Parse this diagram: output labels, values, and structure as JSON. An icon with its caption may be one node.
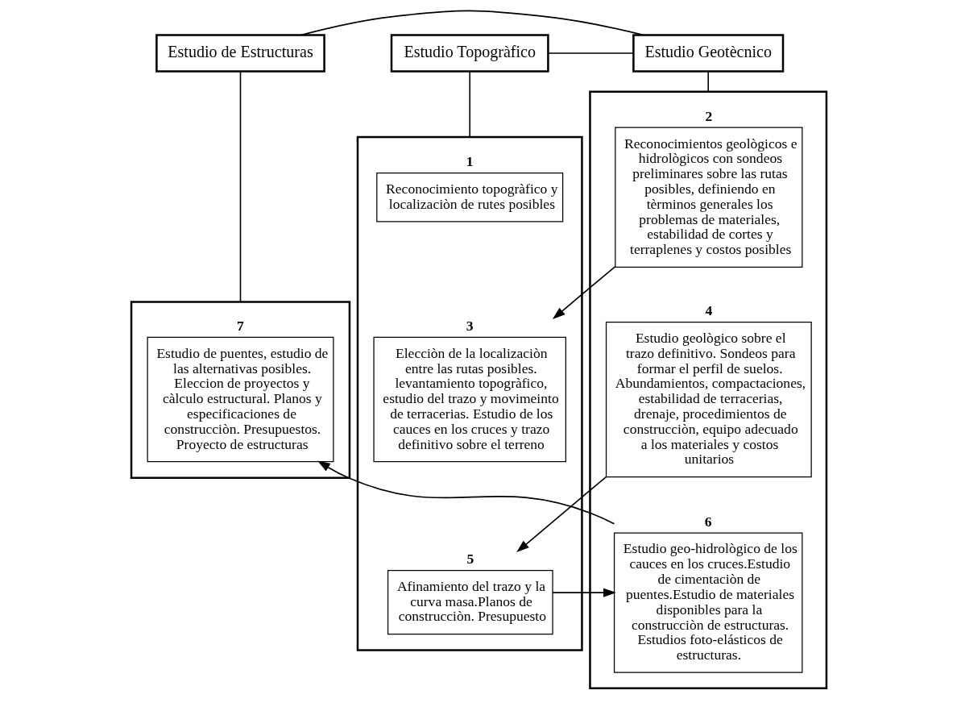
{
  "diagram": {
    "nodes": [
      {
        "text": [
          "Estudio Topogràfico"
        ]
      },
      {
        "text": [
          "Estudio Geotècnico"
        ]
      },
      {
        "text": [
          "Estudio de Estructuras"
        ]
      },
      {
        "text": [],
        "shape": "box"
      },
      {
        "text": [],
        "shape": "box"
      },
      {
        "text": [],
        "shape": "box"
      },
      {
        "text": [
          "Reconocimiento topogràfico y localizaciòn de rutes posibles"
        ],
        "in": 3,
        "beside": [
          "1"
        ]
      },
      {
        "text": [
          "Reconocimientos geològicos e hidrològicos con sondeos preliminares sobre las rutas posibles, definiendo en tèrminos generales los problemas de materiales, estabilidad de cortes y terraplenes y costos posibles"
        ],
        "in": 4,
        "beside": [
          "2"
        ]
      },
      {
        "text": [
          "Elecciòn de la localizaciòn entre las rutas posibles. levantamiento topogràfico, estudio del trazo y movimeinto de terracerias. Estudio de los cauces en los cruces y trazo definitivo sobre el terreno"
        ],
        "in": 3,
        "beside": [
          "3"
        ]
      },
      {
        "text": [
          "Estudio geològico sobre el trazo definitivo. Sondeos para formar el perfil de suelos. Abundamientos, compactaciones, estabilidad de terracerias, drenaje, procedimientos de construcciòn, equipo adecuado a los materiales y costos unitarios"
        ],
        "in": 4,
        "beside": [
          "4"
        ]
      },
      {
        "text": [
          "Afinamiento del trazo y la curva masa.Planos de construcciòn. Presupuesto"
        ],
        "in": 3,
        "beside": [
          "5"
        ]
      },
      {
        "text": [
          "Estudio geo-hidrològico de los cauces en los cruces.Estudio de cimentaciòn de puentes.Estudio de materiales disponibles para la construcciòn de estructuras. Estudios foto-elásticos de estructuras."
        ],
        "in": 4,
        "beside": [
          "6"
        ]
      },
      {
        "text": [
          "Estudio de puentes, estudio de las alternativas posibles. Eleccion de proyectos y càlculo estructural. Planos y especificaciones de construcciòn. Presupuestos. Proyecto de estructuras"
        ],
        "in": 5,
        "beside": [
          "7"
        ]
      }
    ],
    "edges": [
      {
        "from": 0,
        "to": 1,
        "arrow": "none"
      },
      {
        "from": 1,
        "to": 2,
        "arrow": "none"
      },
      {
        "from": 0,
        "to": 3,
        "arrow": "none"
      },
      {
        "from": 1,
        "to": 4,
        "arrow": "none"
      },
      {
        "from": 2,
        "to": 5,
        "arrow": "none"
      },
      {
        "from": 7,
        "to": 8,
        "arrow": "to"
      },
      {
        "from": 9,
        "to": 10,
        "arrow": "to"
      },
      {
        "from": 10,
        "to": 11,
        "arrow": "to"
      },
      {
        "from": 11,
        "to": 12,
        "arrow": "to"
      }
    ]
  }
}
